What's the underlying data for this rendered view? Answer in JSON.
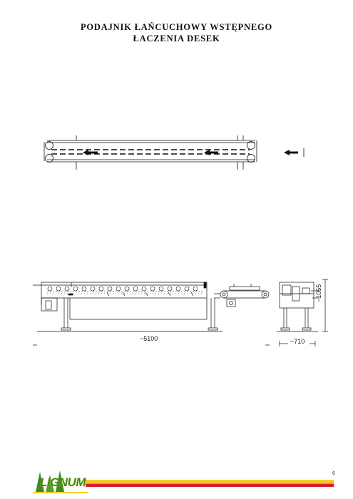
{
  "document": {
    "title_line1": "PODAJNIK ŁAŃCUCHOWY WSTĘPNEGO",
    "title_line2": "ŁACZENIA DESEK"
  },
  "dimensions": {
    "length": "~5100",
    "width": "~710",
    "height": "~1055"
  },
  "footer": {
    "logo_text": "LIGNUM",
    "page_number": "6",
    "colors": {
      "logo_green": "#3c8a1e",
      "bar_yellow": "#f2cf2a",
      "bar_red": "#d8202a"
    }
  },
  "icons": {
    "direction": "arrow-left-icon",
    "logo_trees": "tree-icon"
  }
}
